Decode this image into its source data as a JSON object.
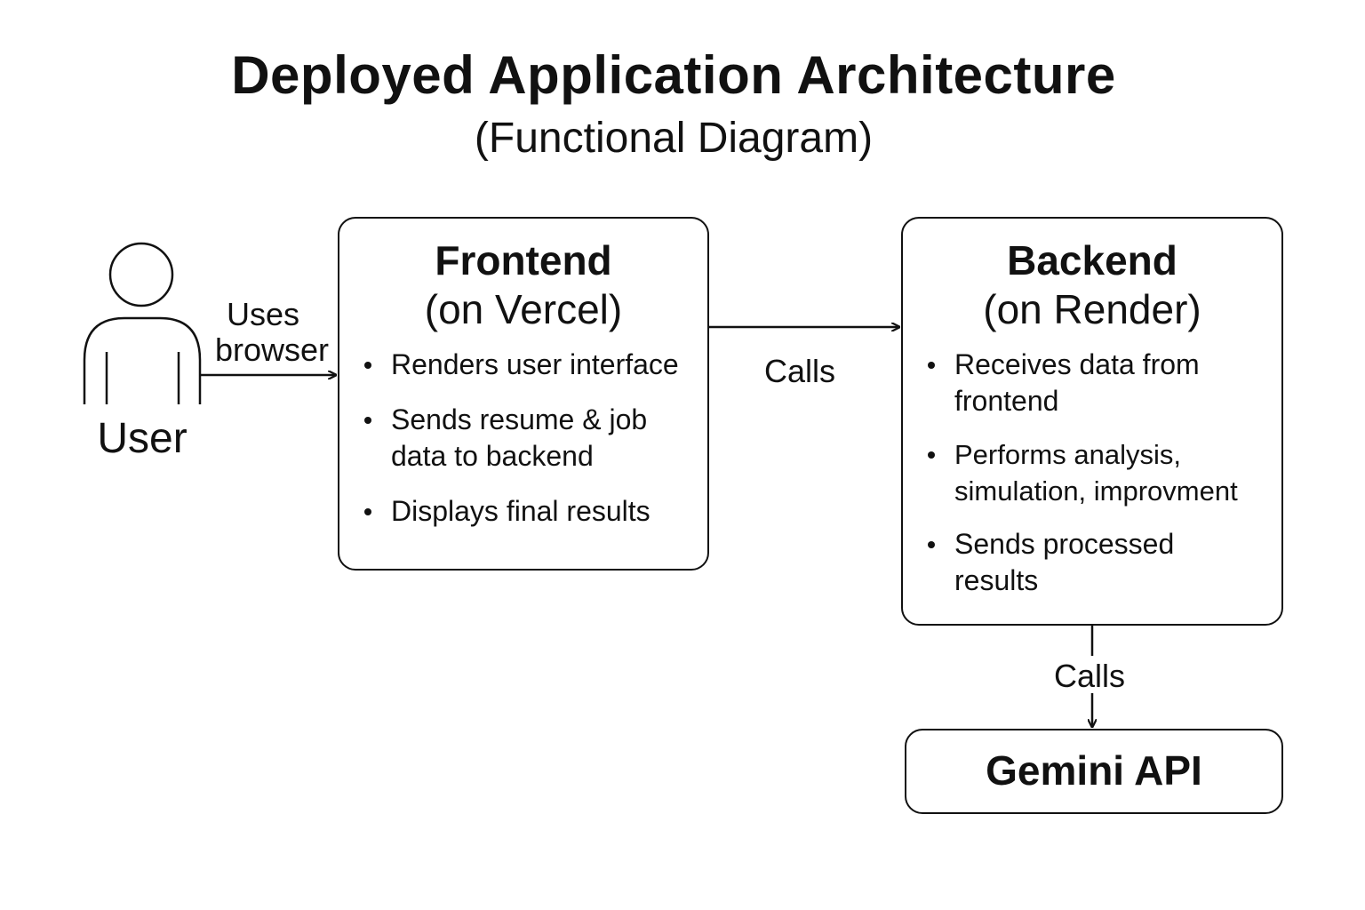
{
  "title": "Deployed Application Architecture",
  "subtitle": "(Functional Diagram)",
  "user": {
    "label": "User"
  },
  "edges": {
    "user_to_frontend": {
      "line1": "Uses",
      "line2": "browser"
    },
    "frontend_to_backend": "Calls",
    "backend_to_gemini": "Calls"
  },
  "frontend": {
    "heading": "Frontend",
    "host": "(on Vercel)",
    "bullets": [
      "Renders user interface",
      "Sends resume & job data to backend",
      "Displays final results"
    ]
  },
  "backend": {
    "heading": "Backend",
    "host": "(on Render)",
    "bullets": [
      "Receives data from frontend",
      "Performs analysis, simulation, improvment",
      "Sends processed results"
    ]
  },
  "gemini": {
    "label": "Gemini API"
  }
}
